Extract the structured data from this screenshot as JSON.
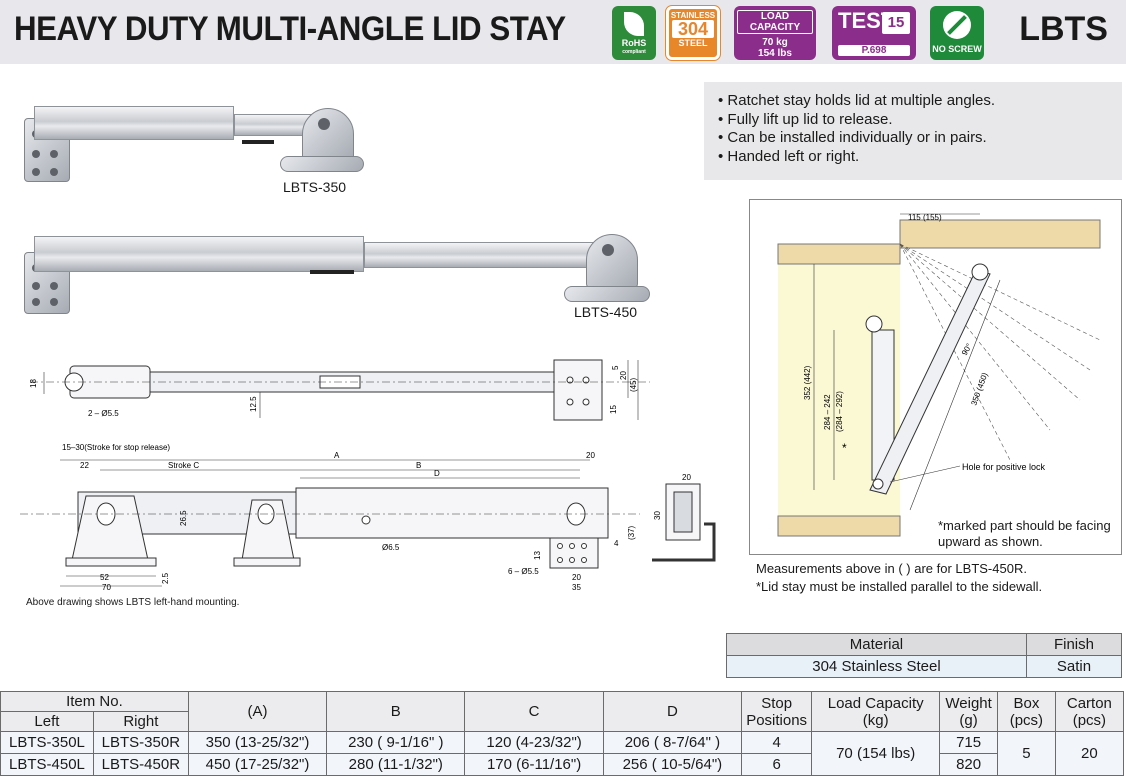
{
  "header": {
    "title": "HEAVY DUTY MULTI-ANGLE LID STAY",
    "code": "LBTS",
    "badges": {
      "rohs": "RoHS",
      "rohs_sub": "compliant",
      "stainless_top": "STAINLESS",
      "stainless_num": "304",
      "stainless_bottom": "STEEL",
      "load_title": "LOAD CAPACITY",
      "load_kg": "70 kg",
      "load_lbs": "154 lbs",
      "test": "TEST",
      "test_num": "15",
      "test_page": "P.698",
      "no_screw": "NO SCREW"
    }
  },
  "products": [
    {
      "label": "LBTS-350"
    },
    {
      "label": "LBTS-450"
    }
  ],
  "features": [
    "• Ratchet stay holds lid at multiple angles.",
    "• Fully lift up lid to release.",
    "• Can be installed individually or in pairs.",
    "• Handed left or right."
  ],
  "drawing": {
    "dims_top": [
      "18",
      "2 – Ø5.5",
      "12.5",
      "5",
      "20",
      "(45)",
      "15"
    ],
    "stroke_note": "15–30(Stroke for stop release)",
    "dims_side": [
      "22",
      "Stroke C",
      "A",
      "B",
      "D",
      "20",
      "26.5",
      "Ø6.5",
      "52",
      "70",
      "2.5",
      "13",
      "6 – Ø5.5",
      "20",
      "35",
      "4",
      "(37)",
      "20",
      "30"
    ],
    "caption": "Above drawing shows LBTS left-hand mounting."
  },
  "install_diagram": {
    "dims": [
      "115 (155)",
      "352 (442)",
      "284 – 242",
      "(284 – 292)",
      "90°",
      "350 (450)",
      "*"
    ],
    "hole_label": "Hole for positive lock",
    "marked_note": "*marked part should be facing upward as shown."
  },
  "notes": [
    "Measurements above in (    ) are for LBTS-450R.",
    "*Lid stay must be installed parallel to the sidewall."
  ],
  "material_table": {
    "headers": [
      "Material",
      "Finish"
    ],
    "row": [
      "304 Stainless Steel",
      "Satin"
    ]
  },
  "spec_table": {
    "group_header": "Item No.",
    "sub_headers": [
      "Left",
      "Right"
    ],
    "headers": [
      "(A)",
      "B",
      "C",
      "D",
      "Stop Positions",
      "Load Capacity (kg)",
      "Weight (g)",
      "Box (pcs)",
      "Carton (pcs)"
    ],
    "rows": [
      {
        "left": "LBTS-350L",
        "right": "LBTS-350R",
        "a": "350 (13-25/32\")",
        "b": "230 ( 9-1/16\" )",
        "c": "120 (4-23/32\")",
        "d": "206 ( 8-7/64\" )",
        "stops": "4",
        "weight": "715"
      },
      {
        "left": "LBTS-450L",
        "right": "LBTS-450R",
        "a": "450 (17-25/32\")",
        "b": "280 (11-1/32\")",
        "c": "170 (6-11/16\")",
        "d": "256 ( 10-5/64\")",
        "stops": "6",
        "weight": "820"
      }
    ],
    "shared": {
      "load": "70 (154 lbs)",
      "box": "5",
      "carton": "20"
    }
  }
}
